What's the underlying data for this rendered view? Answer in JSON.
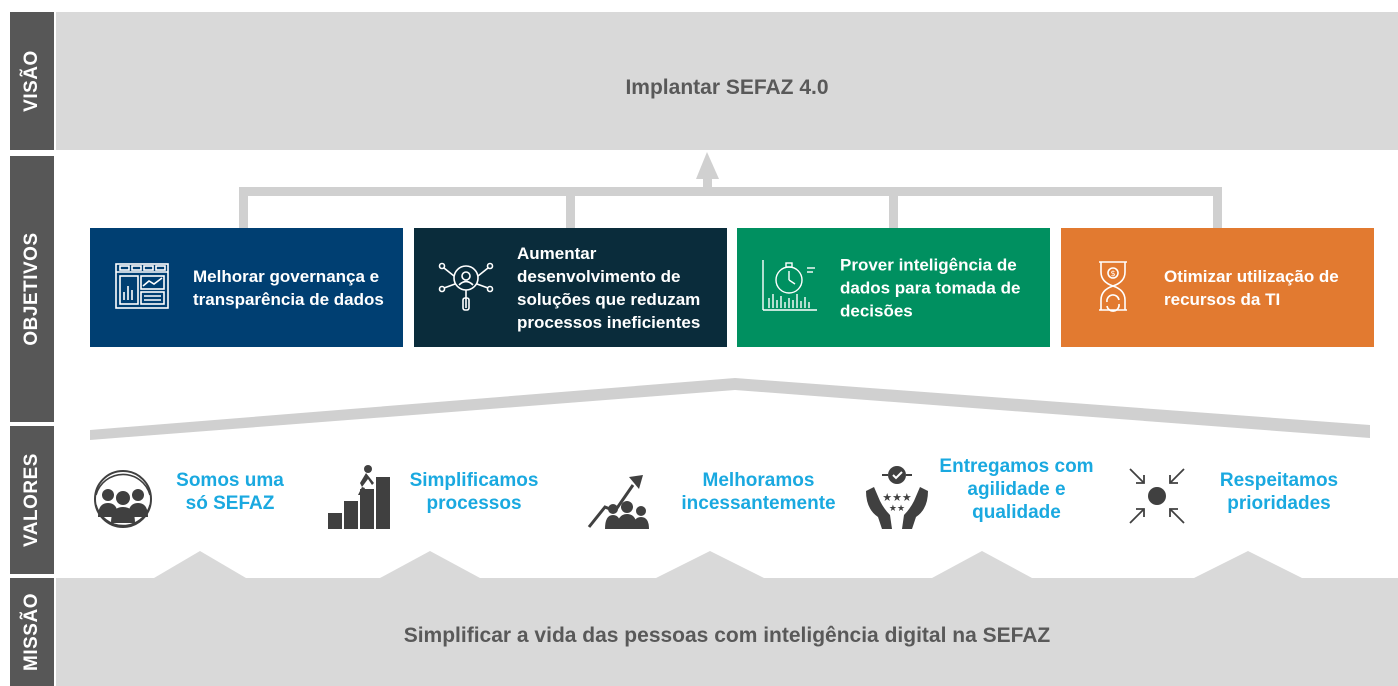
{
  "side_labels": {
    "visao": "VISÃO",
    "objetivos": "OBJETIVOS",
    "valores": "VALORES",
    "missao": "MISSÃO"
  },
  "vision": "Implantar SEFAZ 4.0",
  "mission": "Simplificar a vida das pessoas com inteligência digital na SEFAZ",
  "objectives": [
    {
      "label": "Melhorar governança e transparência de dados",
      "color": "#003f72",
      "icon": "dashboard-icon"
    },
    {
      "label": "Aumentar desenvolvimento de soluções que reduzam processos ineficientes",
      "color": "#0a2c3b",
      "icon": "magnifier-network-icon"
    },
    {
      "label": "Prover inteligência de dados para tomada de decisões",
      "color": "#009060",
      "icon": "stopwatch-chart-icon"
    },
    {
      "label": "Otimizar utilização de recursos da TI",
      "color": "#e27a30",
      "icon": "hourglass-money-icon"
    }
  ],
  "values": [
    {
      "label": "Somos uma só SEFAZ",
      "icon": "team-cycle-icon"
    },
    {
      "label": "Simplificamos processos",
      "icon": "climbing-steps-icon"
    },
    {
      "label": "Melhoramos incessantemente",
      "icon": "growth-team-icon"
    },
    {
      "label": "Entregamos com agilidade e qualidade",
      "icon": "hands-quality-icon"
    },
    {
      "label": "Respeitamos prioridades",
      "icon": "focus-arrows-icon"
    }
  ],
  "colors": {
    "band": "#d9d9d9",
    "side": "#575757",
    "value_text": "#1aa9e0",
    "text_dark": "#595959",
    "icon_gray": "#404040"
  }
}
